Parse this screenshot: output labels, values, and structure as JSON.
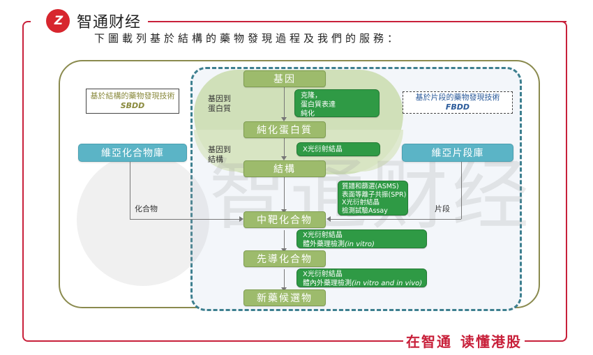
{
  "brand": {
    "logo_mark": "Z",
    "name": "智通财经",
    "slogan_part1": "在智通",
    "slogan_part2": "读懂港股",
    "accent_color": "#c8203a"
  },
  "caption": "下圖載列基於結構的藥物發現過程及我們的服務：",
  "diagram": {
    "sbdd": {
      "title_zh": "基於結構的藥物發現技術",
      "title_en": "SBDD"
    },
    "fbdd": {
      "title_zh": "基於片段的藥物發現技術",
      "title_en": "FBDD"
    },
    "compound_library": "維亞化合物庫",
    "fragment_library": "維亞片段庫",
    "compound_label": "化合物",
    "fragment_label": "片段",
    "phase_labels": {
      "gene_to_protein": [
        "基因到",
        "蛋白質"
      ],
      "gene_to_structure": [
        "基因到",
        "結構"
      ]
    },
    "steps": [
      "基因",
      "純化蛋白質",
      "結構",
      "中靶化合物",
      "先導化合物",
      "新藥候選物"
    ],
    "notes": {
      "cloning": [
        "克隆，",
        "蛋白質表達",
        "純化"
      ],
      "xray1": [
        "X光衍射結晶"
      ],
      "screening": [
        "質譜和篩選(ASMS)",
        "表面等離子共振(SPR)",
        "X光衍射結晶",
        "檢測試驗Assay"
      ],
      "invitro": {
        "line1": "X光衍射結晶",
        "line2_zh": "體外藥理檢測",
        "line2_en": "(in vitro)"
      },
      "invivo": {
        "line1": "X光衍射結晶",
        "line2_zh": "體內外藥理檢測",
        "line2_en": "(in vitro and in vivo)"
      }
    },
    "colors": {
      "step_fill": "#9dbb6c",
      "note_fill": "#2f9a45",
      "library_fill": "#5bb4c6",
      "olive_border": "#8a8a4e",
      "teal_dash": "#3d7f8f",
      "blob": "#c9dcad"
    }
  },
  "watermark": {
    "text": "智通财经"
  }
}
